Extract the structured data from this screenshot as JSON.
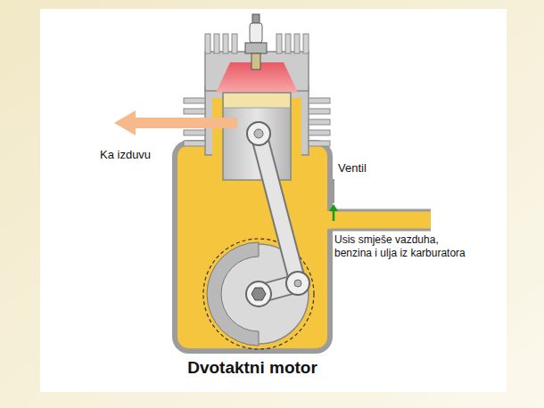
{
  "diagram": {
    "caption": "Dvotaktni motor",
    "labels": [
      "Ka izduvu",
      "Ventil",
      "Usis smješe vazduha, benzina i ulja iz karburatora"
    ]
  }
}
